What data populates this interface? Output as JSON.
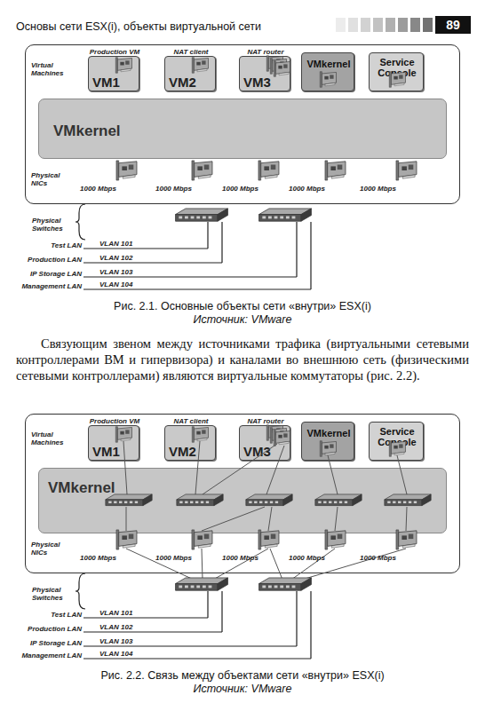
{
  "diagram": {
    "title": "Основы сети ESX(i), объекты виртуальной сети",
    "nodes": [
      {
        "text": [
          "Virtual Machines",
          "Physical NICs"
        ]
      },
      {
        "text": [
          "Production VM",
          "VM1"
        ],
        "in": 0
      },
      {
        "text": [
          "NAT client",
          "VM2"
        ],
        "in": 0
      },
      {
        "text": [
          "NAT router",
          "VM3"
        ],
        "in": 0
      },
      {
        "text": [
          "VMkernel"
        ],
        "in": 0
      },
      {
        "text": [
          "Service Console"
        ],
        "in": 0
      },
      {
        "text": [
          "VMkernel"
        ],
        "in": 0
      },
      {
        "text": [
          "Virtual Machines",
          "Physical NICs"
        ]
      },
      {
        "text": [
          "Production VM",
          "VM1"
        ],
        "in": 7
      },
      {
        "text": [
          "NAT client",
          "VM2"
        ],
        "in": 7
      },
      {
        "text": [
          "NAT router",
          "VM3"
        ],
        "in": 7
      },
      {
        "text": [
          "VMkernel"
        ],
        "in": 7
      },
      {
        "text": [
          "Service Console"
        ],
        "in": 7
      },
      {
        "text": [
          "VMkernel"
        ],
        "in": 7
      }
    ],
    "labels": [
      "89",
      "Physical Switches",
      "1000 Mbps",
      "1000 Mbps",
      "1000 Mbps",
      "1000 Mbps",
      "1000 Mbps",
      "Test LAN",
      "VLAN 101",
      "Production LAN",
      "VLAN 102",
      "IP Storage LAN",
      "VLAN 103",
      "Management LAN",
      "VLAN 104",
      "Рис. 2.1. Основные объекты сети «внутри» ESX(i)",
      "Источник: VMware",
      "Связующим звеном между источниками трафика (виртуальными сетевыми контроллерами ВМ и гипервизора) и каналами во внешнюю сеть (физическими сетевыми контроллерами) являются виртуальные коммутаторы (рис. 2.2).",
      "Physical Switches",
      "1000 Mbps",
      "1000 Mbps",
      "1000 Mbps",
      "1000 Mbps",
      "1000 Mbps",
      "Test LAN",
      "VLAN 101",
      "Production LAN",
      "VLAN 102",
      "IP Storage LAN",
      "VLAN 103",
      "Management LAN",
      "VLAN 104",
      "Рис. 2.2. Связь между объектами сети «внутри» ESX(i)",
      "Источник: VMware"
    ]
  }
}
